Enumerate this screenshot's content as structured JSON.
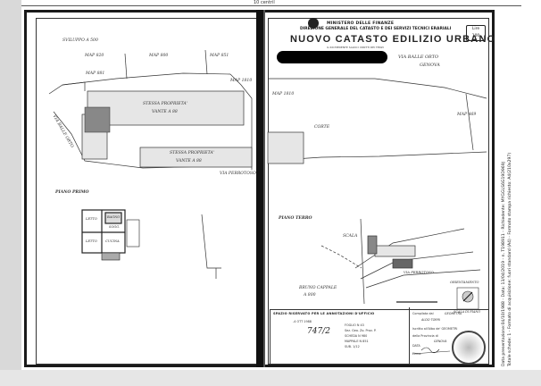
{
  "ruler": {
    "label": "10 centril"
  },
  "header": {
    "ministry": "MINISTERO DELLE FINANZE",
    "direzione": "DIREZIONE GENERALE DEL CATASTO E DEI SERVIZI TECNICI ERARIALI",
    "title": "NUOVO CATASTO EDILIZIO URBANO",
    "subline": "IL RICHIEDENTE SALVO I DIRITTI DEI TERZI",
    "lire_label": "Lire",
    "lire_value": "100",
    "address": "VIA BALLE ORTO",
    "comune": "GENOVA"
  },
  "left_plan": {
    "labels": [
      "SVILUPPO A 500",
      "MAP 820",
      "MAP 800",
      "MAP 851",
      "MAP 881",
      "MAP 1810",
      "VIA BALLE ORTO",
      "STESSA PROPRIETA'",
      "VANTE A 88",
      "STESSA PROPRIETA'",
      "VANTE A 88",
      "VIA PERROTOSO",
      "PIANO PRIMO",
      "LETTO",
      "BAGNO",
      "LETTO",
      "CUCINA",
      "SOGG."
    ]
  },
  "right_plan": {
    "labels": [
      "MAP 1810",
      "MAP 469",
      "CORTE",
      "PIANO TERRO",
      "SCALA",
      "BRUNO CAPPALE",
      "A 800",
      "VIA PERROTOSO",
      "ORIENTAMENTO",
      "SCALA DI PIANO"
    ]
  },
  "bottom": {
    "header": "SPAZIO RISERVATO PER LE ANNOTAZIONI D'UFFICIO",
    "date_stamp": "-4 OTT 1988",
    "num": "747/2",
    "lines": [
      "FOGLIO  N 43",
      "Sez. Geo. Zo. Prov. P.",
      "SCHEDA N 980",
      "MAPPALE N 851",
      "SUB.  1/12"
    ],
    "compilata_label": "Compilata dal",
    "compilata_value": "GEOMETRA",
    "name_value": "ALDO TORRI",
    "iscritto_label": "Iscritto all'Albo de' GEOMETRI",
    "prov_label": "della Provincia di",
    "prov_value": "GENOVA",
    "data_label": "DATA",
    "firma_label": "Firma:"
  },
  "side": {
    "line1": "Data presentazione:04/10/1988 - Data: 13/04/2019 - n. T198911 - Richiedente: MYGGLS6G19D969J",
    "line2": "Totale schede: 1 - Formato di acquisizione: fuori standard (A4) - Formato stampa richiesto: A4(210x297)"
  }
}
